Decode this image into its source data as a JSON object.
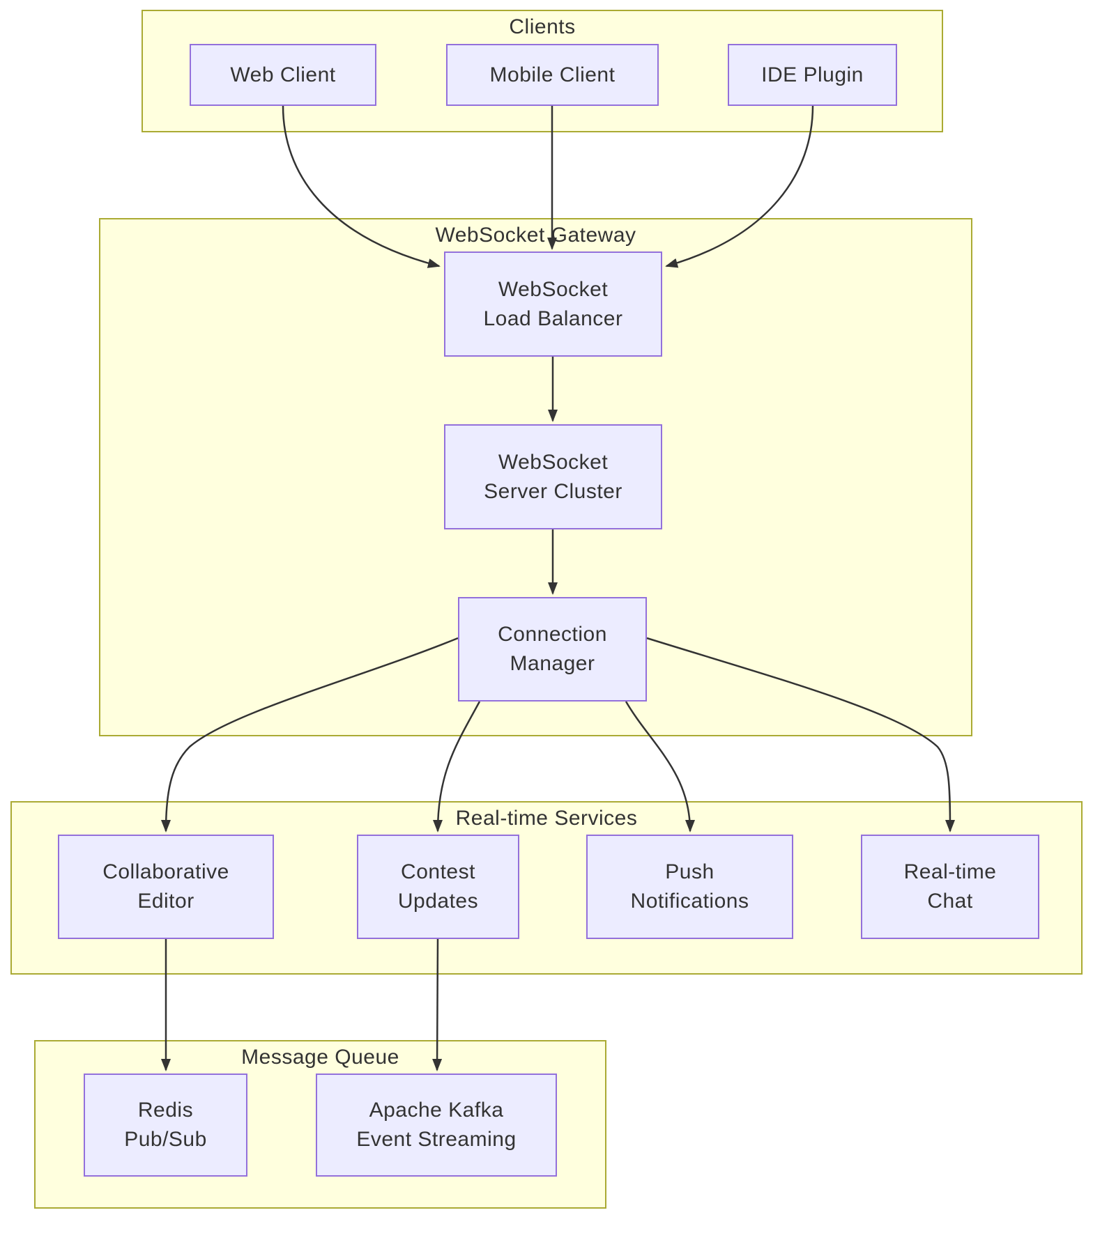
{
  "diagram": {
    "type": "flowchart",
    "direction": "top-down",
    "colors": {
      "node_fill": "#ececff",
      "node_border": "#9370db",
      "cluster_fill": "#ffffde",
      "cluster_border": "#aaaa33",
      "edge": "#333333",
      "text": "#333333"
    },
    "clusters": [
      {
        "id": "clients",
        "title": "Clients"
      },
      {
        "id": "gateway",
        "title": "WebSocket Gateway"
      },
      {
        "id": "services",
        "title": "Real-time Services"
      },
      {
        "id": "queue",
        "title": "Message Queue"
      }
    ],
    "nodes": {
      "web": {
        "label": "Web Client",
        "cluster": "Clients"
      },
      "mobile": {
        "label": "Mobile Client",
        "cluster": "Clients"
      },
      "ide": {
        "label": "IDE Plugin",
        "cluster": "Clients"
      },
      "lb": {
        "label": "WebSocket\nLoad Balancer",
        "cluster": "WebSocket Gateway"
      },
      "sc": {
        "label": "WebSocket\nServer Cluster",
        "cluster": "WebSocket Gateway"
      },
      "cm": {
        "label": "Connection\nManager",
        "cluster": "WebSocket Gateway"
      },
      "editor": {
        "label": "Collaborative\nEditor",
        "cluster": "Real-time Services"
      },
      "contest": {
        "label": "Contest\nUpdates",
        "cluster": "Real-time Services"
      },
      "push": {
        "label": "Push\nNotifications",
        "cluster": "Real-time Services"
      },
      "chat": {
        "label": "Real-time\nChat",
        "cluster": "Real-time Services"
      },
      "redis": {
        "label": "Redis\nPub/Sub",
        "cluster": "Message Queue"
      },
      "kafka": {
        "label": "Apache Kafka\nEvent Streaming",
        "cluster": "Message Queue"
      }
    },
    "edges": [
      {
        "from": "web",
        "to": "lb"
      },
      {
        "from": "mobile",
        "to": "lb"
      },
      {
        "from": "ide",
        "to": "lb"
      },
      {
        "from": "lb",
        "to": "sc"
      },
      {
        "from": "sc",
        "to": "cm"
      },
      {
        "from": "cm",
        "to": "editor"
      },
      {
        "from": "cm",
        "to": "contest"
      },
      {
        "from": "cm",
        "to": "push"
      },
      {
        "from": "cm",
        "to": "chat"
      },
      {
        "from": "editor",
        "to": "redis"
      },
      {
        "from": "contest",
        "to": "kafka"
      }
    ]
  }
}
